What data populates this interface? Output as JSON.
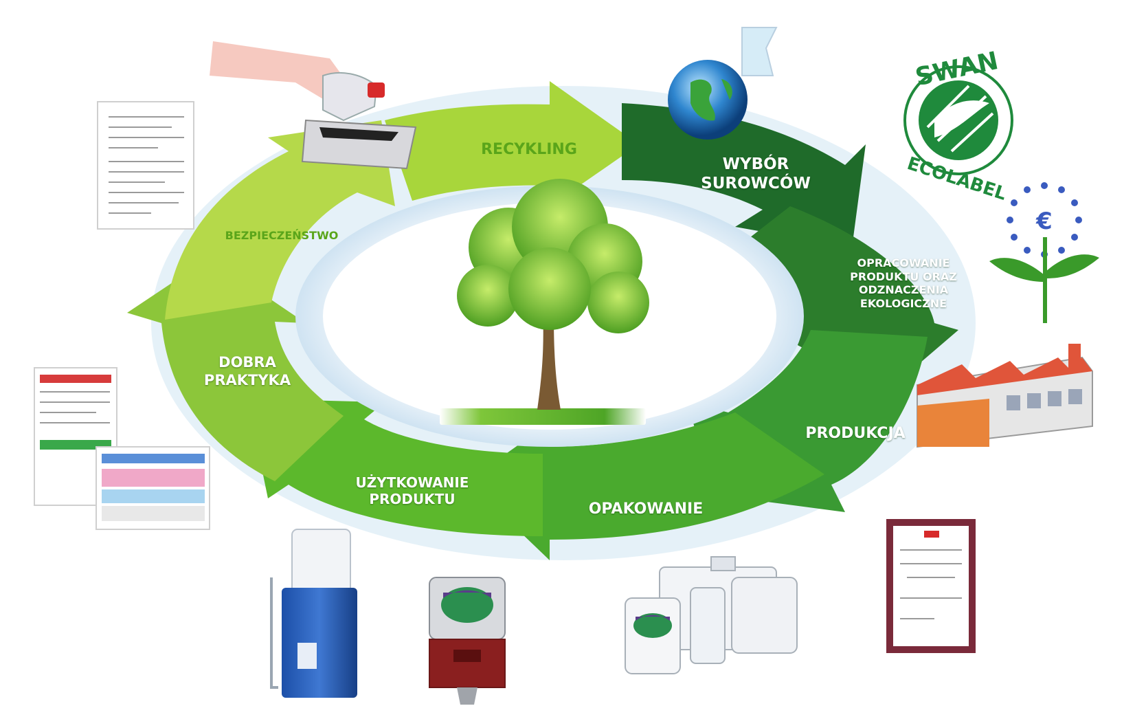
{
  "cycle": {
    "stages": {
      "recykling": "RECYKLING",
      "wybor": [
        "WYBÓR",
        "SUROWCÓW"
      ],
      "opracowanie": [
        "OPRACOWANIE",
        "PRODUKTU ORAZ",
        "ODZNACZENIA",
        "EKOLOGICZNE"
      ],
      "produkcja": "PRODUKCJA",
      "opakowanie": "OPAKOWANIE",
      "uzytkowanie": [
        "UŻYTKOWANIE",
        "PRODUKTU"
      ],
      "dobra": [
        "DOBRA",
        "PRAKTYKA"
      ],
      "bezpieczenstwo": "BEZPIECZEŃSTWO"
    }
  },
  "logos": {
    "swan_top": "SWAN",
    "swan_bottom": "ECOLABEL",
    "euro_flower_mark": "€"
  },
  "colors": {
    "light_green": "#a9d33a",
    "mid_green": "#5cb82c",
    "dark_green": "#1f6b2a",
    "tree_trunk": "#7a5a33",
    "factory_roof": "#e0553a"
  }
}
